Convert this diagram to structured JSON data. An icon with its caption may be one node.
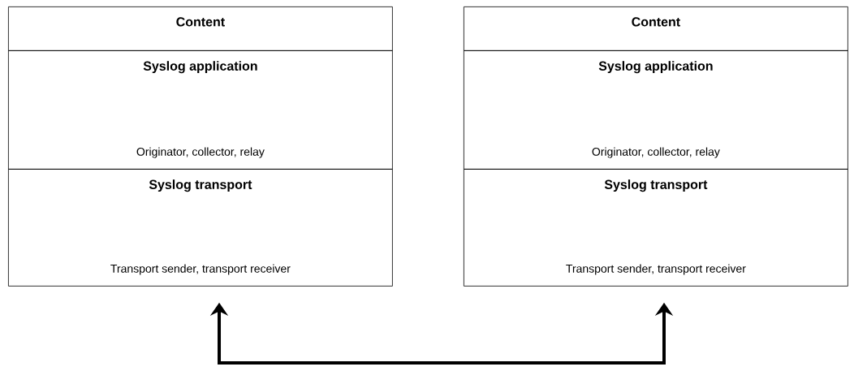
{
  "diagram": {
    "nodes": [
      {
        "text": [
          "Content"
        ]
      },
      {
        "text": [
          "Syslog application",
          "Originator, collector, relay"
        ]
      },
      {
        "text": [
          "Syslog transport",
          "Transport sender, transport receiver"
        ]
      },
      {
        "text": [
          "Content"
        ]
      },
      {
        "text": [
          "Syslog application",
          "Originator, collector, relay"
        ]
      },
      {
        "text": [
          "Syslog transport",
          "Transport sender, transport receiver"
        ]
      }
    ],
    "edges": [
      {
        "from": 2,
        "to": 5,
        "arrow": "both"
      }
    ]
  }
}
